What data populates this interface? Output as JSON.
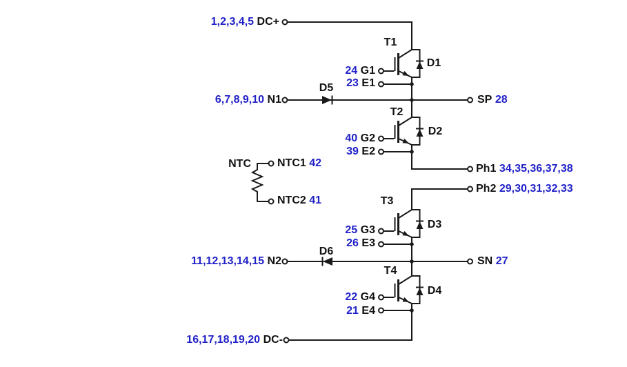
{
  "colors": {
    "background": "#ffffff",
    "wire_black": "#1a1a1a",
    "text_black": "#111111",
    "pin_number_blue": "#2121c8"
  },
  "power_terminals": {
    "dc_plus": {
      "pins": "1,2,3,4,5",
      "name": "DC+"
    },
    "n1": {
      "pins": "6,7,8,9,10",
      "name": "N1"
    },
    "n2": {
      "pins": "11,12,13,14,15",
      "name": "N2"
    },
    "dc_minus": {
      "pins": "16,17,18,19,20",
      "name": "DC-"
    }
  },
  "output_terminals": {
    "sp": {
      "name": "SP",
      "pins": "28"
    },
    "ph1": {
      "name": "Ph1",
      "pins": "34,35,36,37,38"
    },
    "ph2": {
      "name": "Ph2",
      "pins": "29,30,31,32,33"
    },
    "sn": {
      "name": "SN",
      "pins": "27"
    }
  },
  "gate_emitter_terminals": {
    "g1": {
      "pins": "24",
      "name": "G1"
    },
    "e1": {
      "pins": "23",
      "name": "E1"
    },
    "g2": {
      "pins": "40",
      "name": "G2"
    },
    "e2": {
      "pins": "39",
      "name": "E2"
    },
    "g3": {
      "pins": "25",
      "name": "G3"
    },
    "e3": {
      "pins": "26",
      "name": "E3"
    },
    "g4": {
      "pins": "22",
      "name": "G4"
    },
    "e4": {
      "pins": "21",
      "name": "E4"
    }
  },
  "ntc": {
    "label": "NTC",
    "ntc1": {
      "name": "NTC1",
      "pins": "42"
    },
    "ntc2": {
      "name": "NTC2",
      "pins": "41"
    }
  },
  "components": {
    "t1": "T1",
    "t2": "T2",
    "t3": "T3",
    "t4": "T4",
    "d1": "D1",
    "d2": "D2",
    "d3": "D3",
    "d4": "D4",
    "d5": "D5",
    "d6": "D6"
  }
}
